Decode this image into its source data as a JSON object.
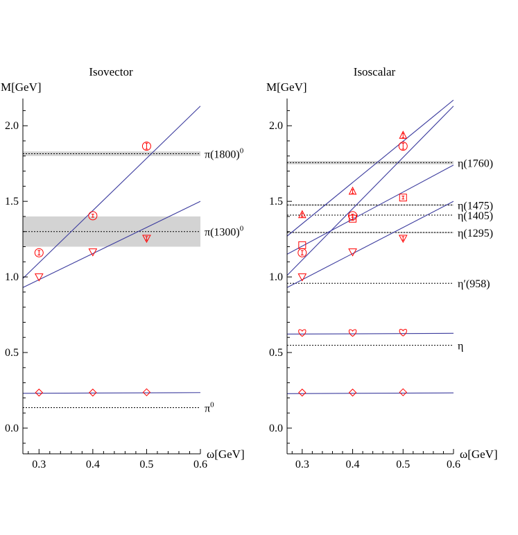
{
  "chart_data": [
    {
      "type": "scatter",
      "title": "Isovector",
      "ylabel": "M[GeV]",
      "xlabel": "ω[GeV]",
      "xlim": [
        0.27,
        0.6
      ],
      "ylim": [
        -0.17,
        2.18
      ],
      "x_ticks": [
        0.3,
        0.4,
        0.5,
        0.6
      ],
      "x_tick_labels": [
        "0.3",
        "0.4",
        "0.5",
        "0.6"
      ],
      "y_ticks": [
        0.0,
        0.5,
        1.0,
        1.5,
        2.0
      ],
      "y_tick_labels": [
        "0.0",
        "0.5",
        "1.0",
        "1.5",
        "2.0"
      ],
      "grid": false,
      "reference_lines": [
        {
          "label": "π(1800)",
          "sup": "0",
          "value": 1.815,
          "band": [
            1.8,
            1.83
          ]
        },
        {
          "label": "π(1300)",
          "sup": "0",
          "value": 1.3,
          "band": [
            1.2,
            1.4
          ]
        },
        {
          "label": "π",
          "sup": "0",
          "value": 0.135,
          "band": null
        }
      ],
      "fit_lines": [
        {
          "x": [
            0.27,
            0.6
          ],
          "y": [
            0.99,
            2.13
          ]
        },
        {
          "x": [
            0.27,
            0.6
          ],
          "y": [
            0.93,
            1.5
          ]
        },
        {
          "x": [
            0.27,
            0.6
          ],
          "y": [
            0.23,
            0.235
          ]
        }
      ],
      "series": [
        {
          "marker": "circle",
          "x": [
            0.3,
            0.4,
            0.5
          ],
          "y": [
            1.16,
            1.405,
            1.865
          ],
          "err": [
            0.015,
            0.01,
            0.02
          ]
        },
        {
          "marker": "triangle-down",
          "x": [
            0.3,
            0.4,
            0.5
          ],
          "y": [
            1.0,
            1.165,
            1.255
          ],
          "err": [
            0.0,
            0.0,
            0.012
          ]
        },
        {
          "marker": "diamond",
          "x": [
            0.3,
            0.4,
            0.5
          ],
          "y": [
            0.235,
            0.235,
            0.237
          ],
          "err": [
            0,
            0,
            0
          ]
        }
      ]
    },
    {
      "type": "scatter",
      "title": "Isoscalar",
      "ylabel": "M[GeV]",
      "xlabel": "ω[GeV]",
      "xlim": [
        0.27,
        0.6
      ],
      "ylim": [
        -0.17,
        2.18
      ],
      "x_ticks": [
        0.3,
        0.4,
        0.5,
        0.6
      ],
      "x_tick_labels": [
        "0.3",
        "0.4",
        "0.5",
        "0.6"
      ],
      "y_ticks": [
        0.0,
        0.5,
        1.0,
        1.5,
        2.0
      ],
      "y_tick_labels": [
        "0.0",
        "0.5",
        "1.0",
        "1.5",
        "2.0"
      ],
      "grid": false,
      "reference_lines": [
        {
          "label": "η(1760)",
          "sup": "",
          "value": 1.756,
          "band": [
            1.745,
            1.767
          ]
        },
        {
          "label": "η(1475)",
          "sup": "",
          "value": 1.476,
          "band": [
            1.472,
            1.48
          ]
        },
        {
          "label": "η(1405)",
          "sup": "",
          "value": 1.409,
          "band": null
        },
        {
          "label": "η(1295)",
          "sup": "",
          "value": 1.294,
          "band": [
            1.29,
            1.298
          ]
        },
        {
          "label": "η′(958)",
          "sup": "",
          "value": 0.958,
          "band": null
        },
        {
          "label": "η",
          "sup": "",
          "value": 0.548,
          "band": null
        }
      ],
      "fit_lines": [
        {
          "x": [
            0.27,
            0.6
          ],
          "y": [
            1.27,
            2.17
          ]
        },
        {
          "x": [
            0.27,
            0.6
          ],
          "y": [
            1.15,
            1.74
          ]
        },
        {
          "x": [
            0.27,
            0.6
          ],
          "y": [
            1.01,
            2.13
          ]
        },
        {
          "x": [
            0.27,
            0.6
          ],
          "y": [
            0.93,
            1.5
          ]
        },
        {
          "x": [
            0.27,
            0.6
          ],
          "y": [
            0.622,
            0.627
          ]
        },
        {
          "x": [
            0.27,
            0.6
          ],
          "y": [
            0.228,
            0.233
          ]
        }
      ],
      "series": [
        {
          "marker": "triangle-up",
          "x": [
            0.3,
            0.4,
            0.5
          ],
          "y": [
            1.41,
            1.565,
            1.935
          ],
          "err": [
            0.012,
            0.012,
            0.015
          ]
        },
        {
          "marker": "square",
          "x": [
            0.3,
            0.4,
            0.5
          ],
          "y": [
            1.21,
            1.385,
            1.525
          ],
          "err": [
            0.0,
            0.01,
            0.01
          ]
        },
        {
          "marker": "circle",
          "x": [
            0.3,
            0.4,
            0.5
          ],
          "y": [
            1.16,
            1.405,
            1.865
          ],
          "err": [
            0.015,
            0.01,
            0.02
          ]
        },
        {
          "marker": "triangle-down",
          "x": [
            0.3,
            0.4,
            0.5
          ],
          "y": [
            1.0,
            1.165,
            1.255
          ],
          "err": [
            0.0,
            0.0,
            0.012
          ]
        },
        {
          "marker": "heart",
          "x": [
            0.3,
            0.4,
            0.5
          ],
          "y": [
            0.63,
            0.63,
            0.632
          ],
          "err": [
            0,
            0,
            0
          ]
        },
        {
          "marker": "diamond",
          "x": [
            0.3,
            0.4,
            0.5
          ],
          "y": [
            0.235,
            0.235,
            0.237
          ],
          "err": [
            0,
            0,
            0
          ]
        }
      ]
    }
  ],
  "colors": {
    "fit_line": "#3c3c9e",
    "data_marker": "#ff0000",
    "band": "#d3d3d3",
    "reference_line": "#000000"
  }
}
